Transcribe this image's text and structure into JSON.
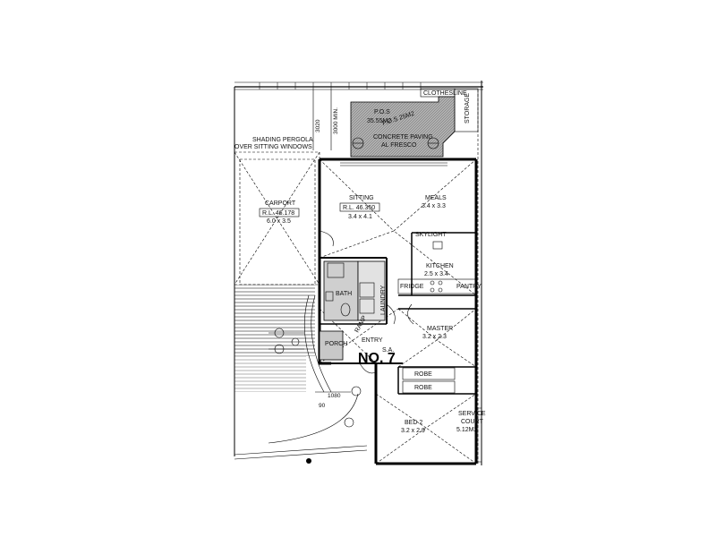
{
  "labels": {
    "clothesline": "CLOTHESLINE",
    "storage": "STORAGE",
    "pos_area": "P.O.S\n35.55M2",
    "pos_min": "P.O.S 25M2",
    "paving": "CONCRETE PAVING",
    "al_fresco": "AL FRESCO",
    "shading_1": "SHADING PERGOLA",
    "shading_2": "OVER SITTING WINDOWS",
    "dim_3020": "3020",
    "dim_3000": "3000 MIN.",
    "carport": "CARPORT",
    "carport_rl": "R.L. 46.178",
    "carport_size": "6.0 x 3.5",
    "sitting": "SITTING",
    "sitting_rl": "R.L. 46.350",
    "sitting_size": "3.4 x 4.1",
    "meals": "MEALS",
    "meals_size": "3.4 x 3.3",
    "skylight": "SKYLIGHT",
    "kitchen": "KITCHEN",
    "kitchen_size": "2.5 x 3.4",
    "fridge": "FRIDGE",
    "pantry": "PANTRY",
    "bath": "BATH",
    "laundry": "LAUNDRY",
    "master": "MASTER",
    "master_size": "3.2 x 2.3",
    "porch": "PORCH",
    "entry": "ENTRY",
    "sa": "S.A.",
    "unit_no": "NO. 7",
    "robe_1": "ROBE",
    "robe_2": "ROBE",
    "bed2": "BED 2",
    "bed2_size": "3.2 x 2.9",
    "service_1": "SERVICE",
    "service_2": "COURT",
    "service_area": "5.12M2",
    "dim_1080": "1080",
    "dim_90": "90",
    "ramp": "RAMP"
  },
  "colors": {
    "hatch_gray": "#9a9a9a",
    "wall": "#000000",
    "paper": "#ffffff"
  }
}
